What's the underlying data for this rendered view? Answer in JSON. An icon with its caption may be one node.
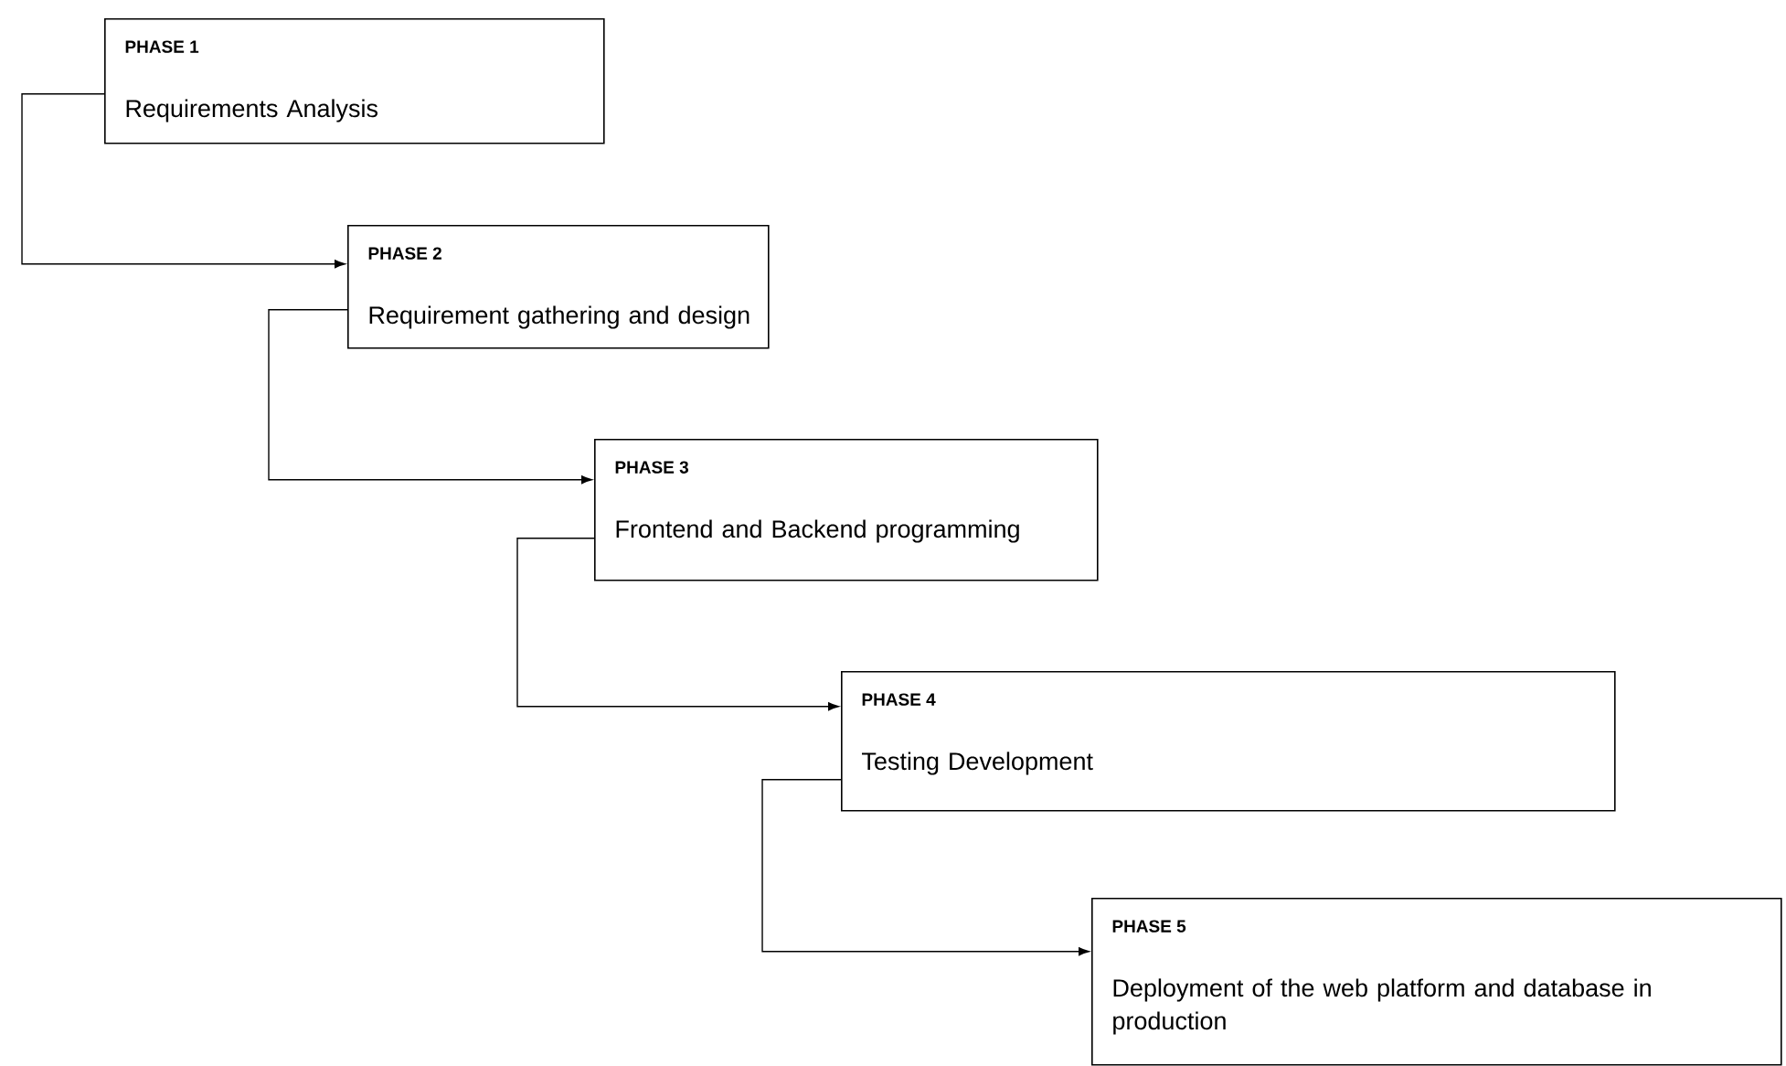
{
  "diagram": {
    "nodes": [
      {
        "text": [
          "PHASE 1",
          "Requirements Analysis"
        ]
      },
      {
        "text": [
          "PHASE 2",
          "Requirement gathering and design"
        ]
      },
      {
        "text": [
          "PHASE 3",
          "Frontend and Backend programming"
        ]
      },
      {
        "text": [
          "PHASE 4",
          "Testing Development"
        ]
      },
      {
        "text": [
          "PHASE 5",
          "Deployment of the web platform and database in production"
        ]
      }
    ],
    "edges": [
      {
        "from": 0,
        "to": 1,
        "arrow": "to"
      },
      {
        "from": 1,
        "to": 2,
        "arrow": "to"
      },
      {
        "from": 2,
        "to": 3,
        "arrow": "to"
      },
      {
        "from": 3,
        "to": 4,
        "arrow": "to"
      }
    ]
  }
}
